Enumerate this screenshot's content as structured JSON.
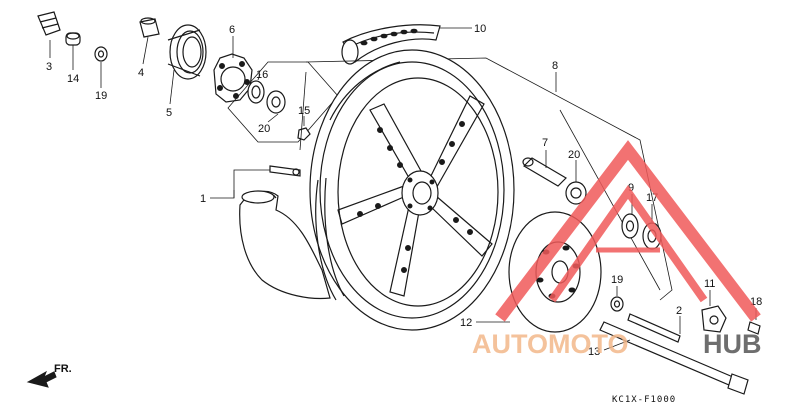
{
  "diagram": {
    "drawing_code": "KC1X-F1000",
    "direction_label": "FR.",
    "callouts": {
      "p1": "1",
      "p2": "2",
      "p3": "3",
      "p4": "4",
      "p5": "5",
      "p6": "6",
      "p7": "7",
      "p8": "8",
      "p9": "9",
      "p10": "10",
      "p11": "11",
      "p12": "12",
      "p13": "13",
      "p14": "14",
      "p15": "15",
      "p16": "16",
      "p17": "17",
      "p18": "18",
      "p19a": "19",
      "p19b": "19",
      "p20a": "20",
      "p20b": "20"
    }
  },
  "watermark": {
    "text": "AUTOMOTOHUB",
    "color_outline": "#f05a5a",
    "color_text_light": "#f3b88a",
    "color_text_dark": "#555555"
  }
}
